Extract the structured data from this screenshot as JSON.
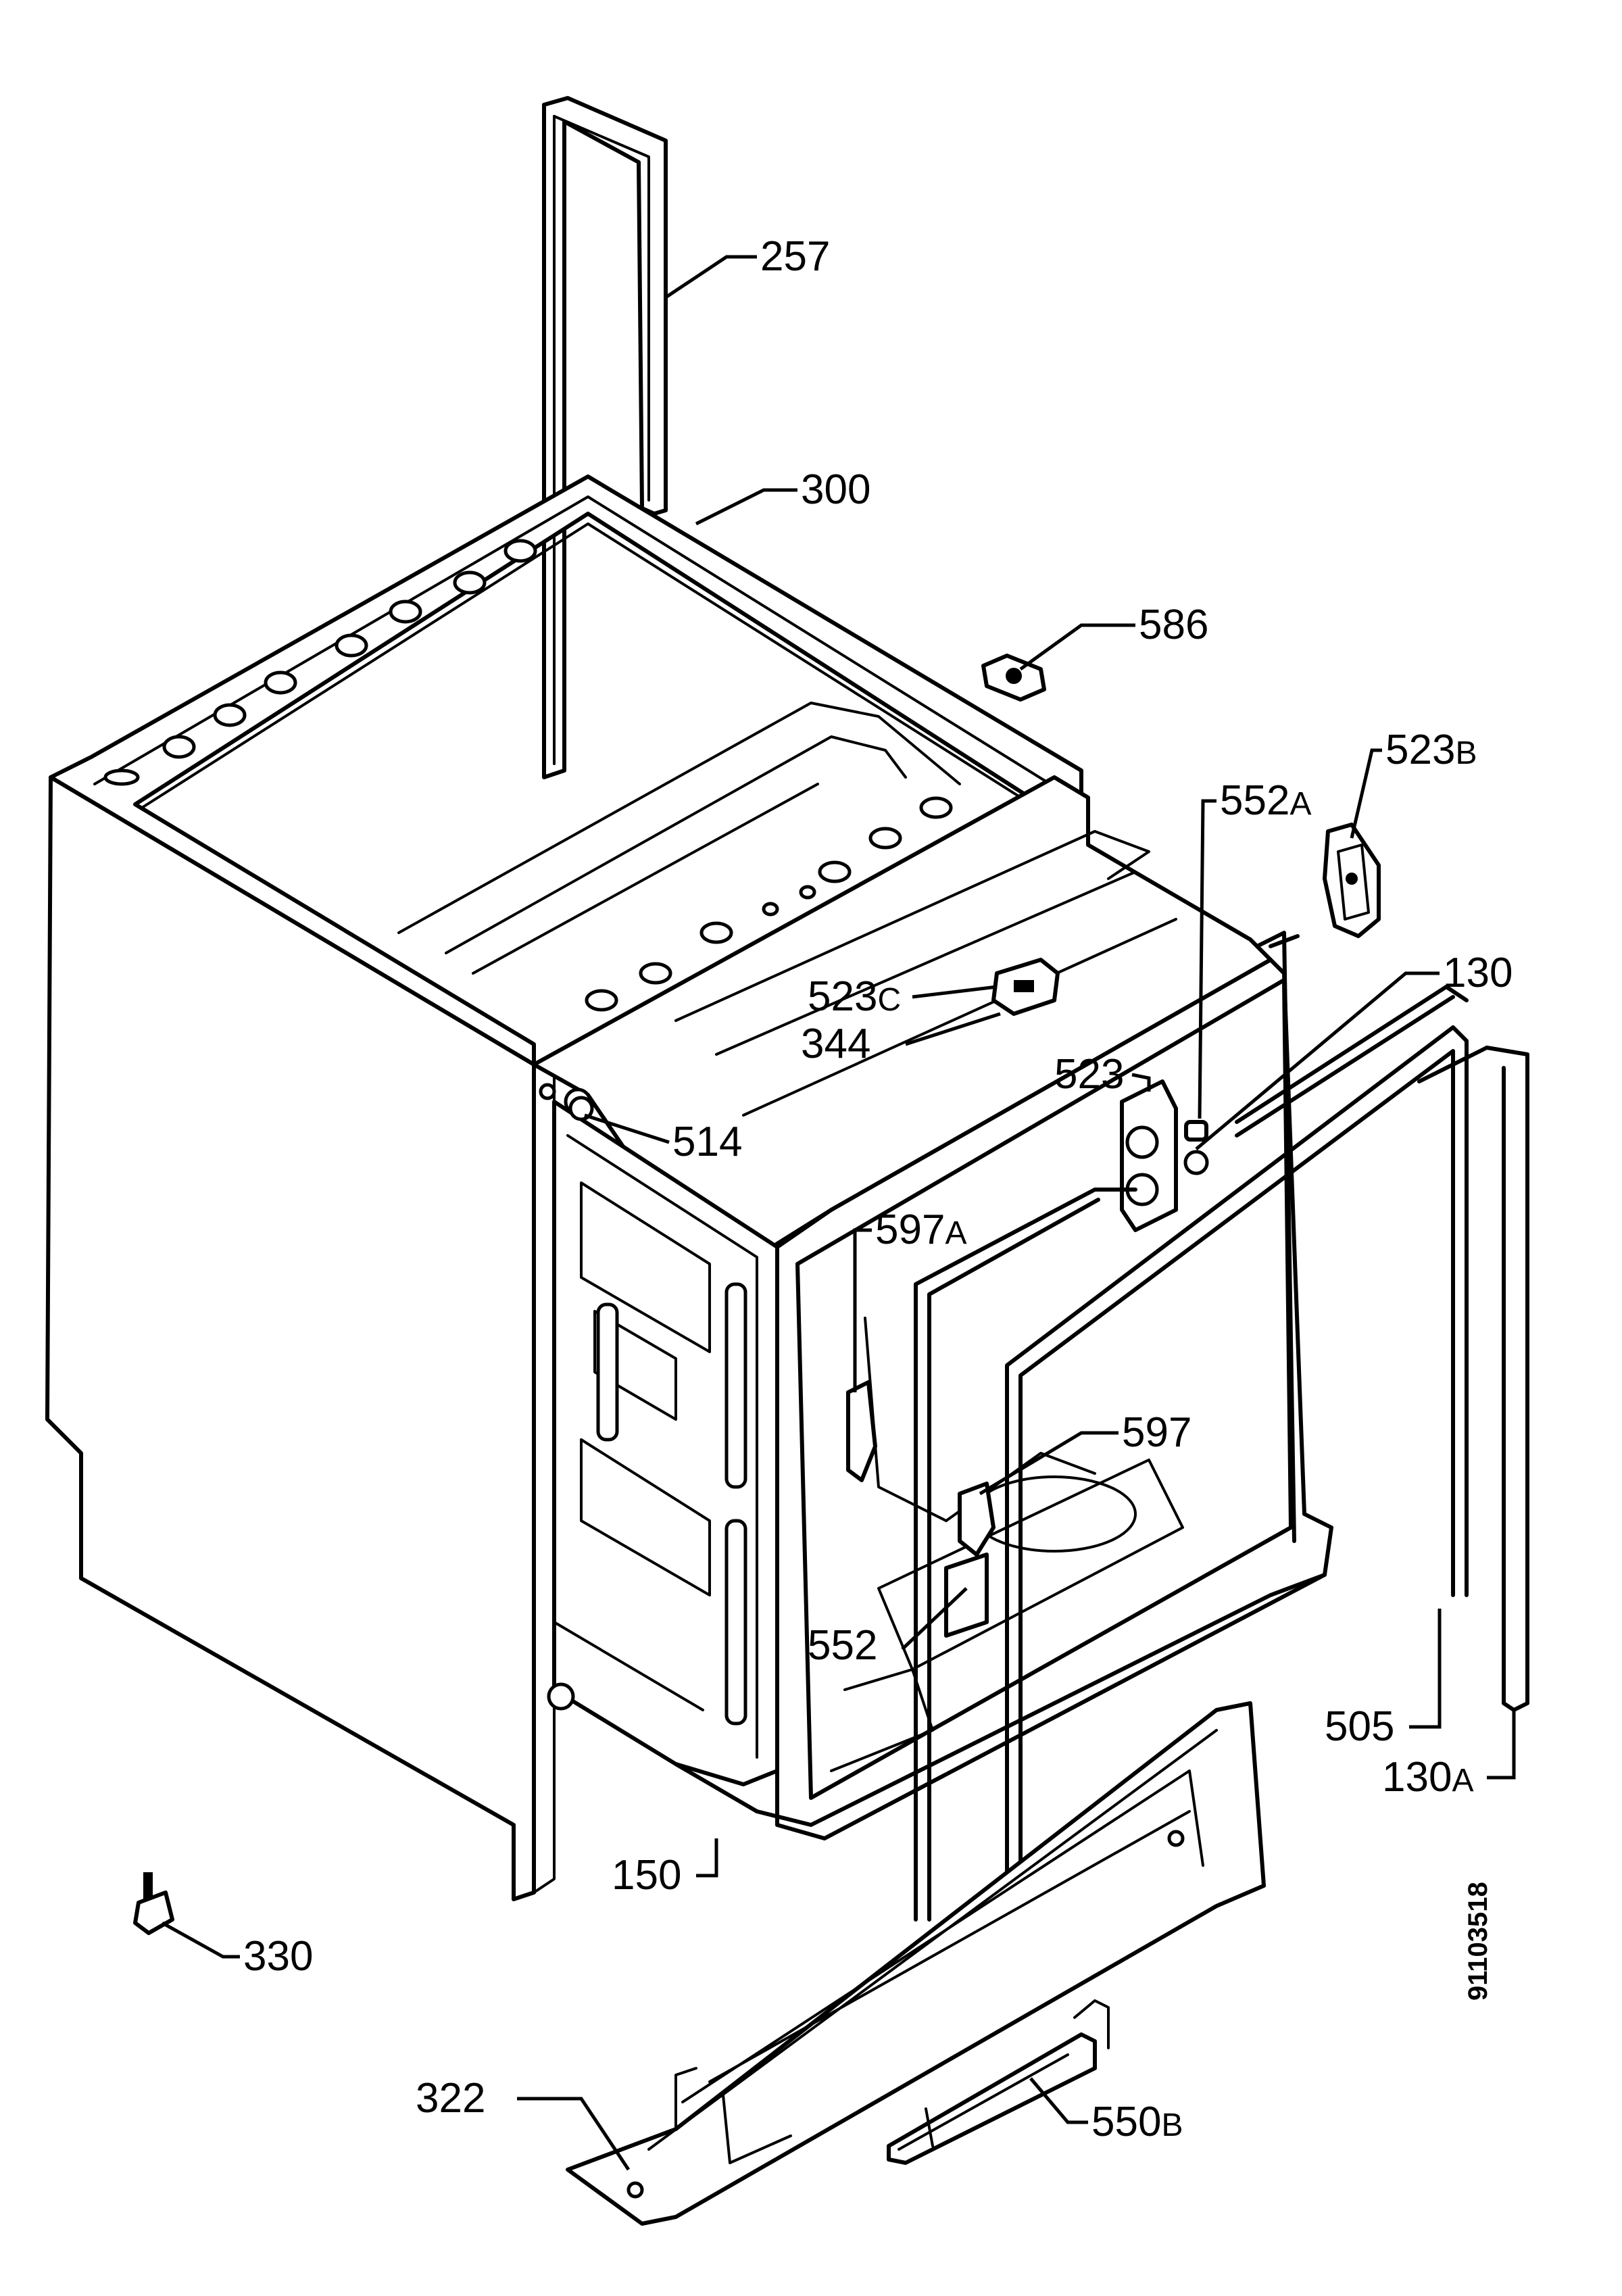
{
  "callouts": {
    "c257": "257",
    "c300": "300",
    "c586": "586",
    "c523b": "523",
    "c523b_suffix": "B",
    "c552a": "552",
    "c552a_suffix": "A",
    "c130": "130",
    "c523c": "523",
    "c523c_suffix": "C",
    "c344": "344",
    "c523": "523",
    "c514": "514",
    "c597a": "597",
    "c597a_suffix": "A",
    "c597": "597",
    "c552": "552",
    "c505": "505",
    "c130a": "130",
    "c130a_suffix": "A",
    "c150": "150",
    "c330": "330",
    "c322": "322",
    "c550b": "550",
    "c550b_suffix": "B"
  },
  "document_number": "91103518"
}
